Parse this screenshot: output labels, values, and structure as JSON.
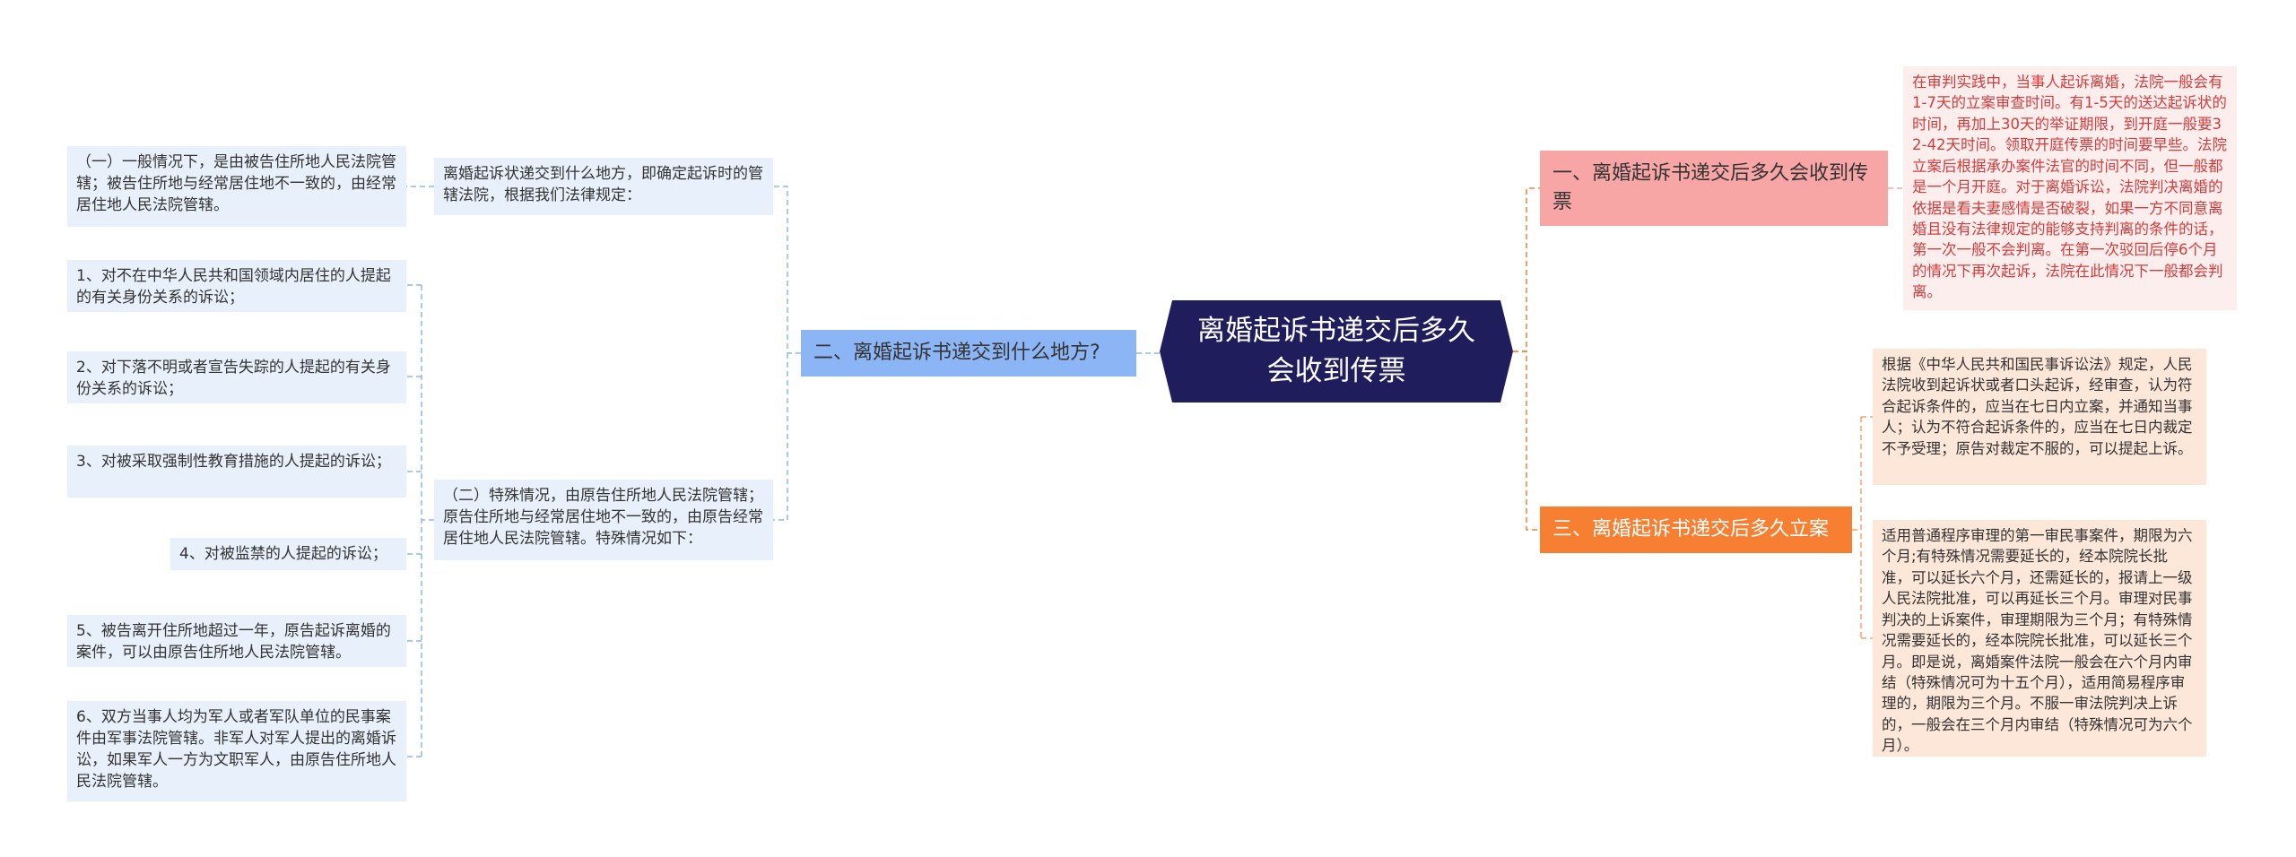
{
  "colors": {
    "center": "#1f1d5c",
    "branch_one": "#f8a5a5",
    "branch_two": "#8cb5f5",
    "branch_three": "#f77f32",
    "leaf_pink": "#fdeeee",
    "leaf_blue": "#e8f0fb",
    "leaf_orange": "#fde7d8"
  },
  "center": {
    "title": "离婚起诉书递交后多久会收到传票"
  },
  "branch_one": {
    "title": "一、离婚起诉书递交后多久会收到传票",
    "detail": "在审判实践中，当事人起诉离婚，法院一般会有1-7天的立案审查时间。有1-5天的送达起诉状的时间，再加上30天的举证期限，到开庭一般要32-42天时间。领取开庭传票的时间要早些。法院立案后根据承办案件法官的时间不同，但一般都是一个月开庭。对于离婚诉讼，法院判决离婚的依据是看夫妻感情是否破裂，如果一方不同意离婚且没有法律规定的能够支持判离的条件的话，第一次一般不会判离。在第一次驳回后停6个月的情况下再次起诉，法院在此情况下一般都会判离。"
  },
  "branch_two": {
    "title": "二、离婚起诉书递交到什么地方?",
    "intro": "离婚起诉状递交到什么地方，即确定起诉时的管辖法院，根据我们法律规定：",
    "general_rule": "（一）一般情况下，是由被告住所地人民法院管辖；被告住所地与经常居住地不一致的，由经常居住地人民法院管辖。",
    "special_intro": "（二）特殊情况，由原告住所地人民法院管辖；原告住所地与经常居住地不一致的，由原告经常居住地人民法院管辖。特殊情况如下：",
    "special_cases": [
      "1、对不在中华人民共和国领域内居住的人提起的有关身份关系的诉讼；",
      "2、对下落不明或者宣告失踪的人提起的有关身份关系的诉讼；",
      "3、对被采取强制性教育措施的人提起的诉讼；",
      "4、对被监禁的人提起的诉讼；",
      "5、被告离开住所地超过一年，原告起诉离婚的案件，可以由原告住所地人民法院管辖。",
      "6、双方当事人均为军人或者军队单位的民事案件由军事法院管辖。非军人对军人提出的离婚诉讼，如果军人一方为文职军人，由原告住所地人民法院管辖。"
    ]
  },
  "branch_three": {
    "title": "三、离婚起诉书递交后多久立案",
    "details": [
      "根据《中华人民共和国民事诉讼法》规定，人民法院收到起诉状或者口头起诉，经审查，认为符合起诉条件的，应当在七日内立案，并通知当事人；认为不符合起诉条件的，应当在七日内裁定不予受理；原告对裁定不服的，可以提起上诉。",
      "适用普通程序审理的第一审民事案件，期限为六个月;有特殊情况需要延长的，经本院院长批准，可以延长六个月，还需延长的，报请上一级人民法院批准，可以再延长三个月。审理对民事判决的上诉案件，审理期限为三个月；有特殊情况需要延长的，经本院院长批准，可以延长三个月。即是说，离婚案件法院一般会在六个月内审结（特殊情况可为十五个月），适用简易程序审理的，期限为三个月。不服一审法院判决上诉的，一般会在三个月内审结（特殊情况可为六个月）。"
    ]
  }
}
